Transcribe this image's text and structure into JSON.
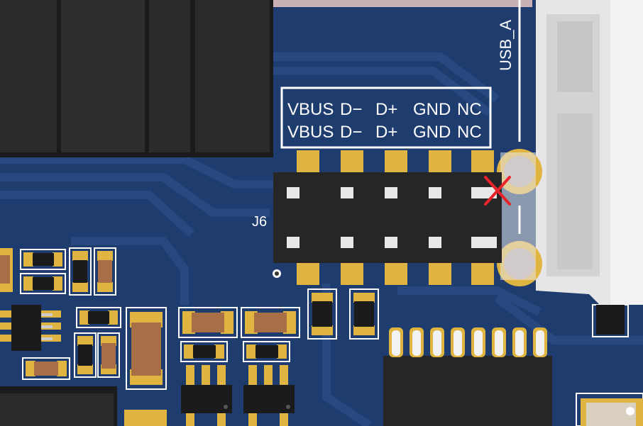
{
  "board": {
    "colors": {
      "substrate": "#1e3d6e",
      "trace": "#27497f",
      "pad": "#e0b440",
      "silkscreen": "#ffffff",
      "component_body": "#262626",
      "connector_shell": "#e6e6e6",
      "no_connect_mark": "#e8232a"
    }
  },
  "connector_usb": {
    "designator": "USB_A"
  },
  "header_j6": {
    "designator": "J6",
    "pin_labels_row1": [
      "VBUS",
      "D−",
      "D+",
      "GND",
      "NC"
    ],
    "pin_labels_row2": [
      "VBUS",
      "D−",
      "D+",
      "GND",
      "NC"
    ],
    "no_connect_pin": "NC"
  }
}
